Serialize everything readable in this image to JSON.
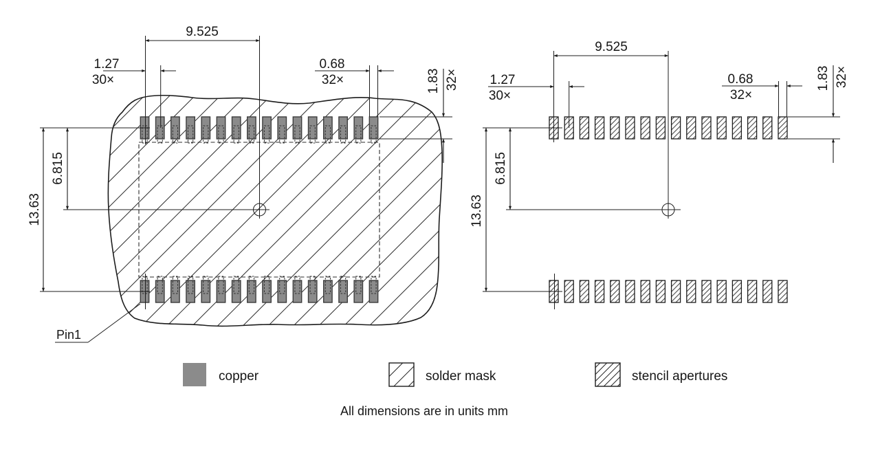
{
  "title_note": "All dimensions are in units mm",
  "pin1_label": "Pin1",
  "legend": {
    "copper": "copper",
    "solder_mask": "solder mask",
    "stencil_apertures": "stencil apertures"
  },
  "dimensions": {
    "center_to_pin1": "9.525",
    "pitch": "1.27",
    "pitch_count": "30×",
    "pad_width": "0.68",
    "pad_width_count": "32×",
    "pad_length": "1.83",
    "pad_length_count": "32×",
    "center_to_row": "6.815",
    "row_to_row": "13.63"
  },
  "counts": {
    "pads_per_row": 16,
    "rows_per_view": 2
  },
  "colors": {
    "copper_fill": "#8b8b8b",
    "copper_border": "#3d3d3d",
    "line": "#1c1c1c",
    "background": "#ffffff"
  },
  "units": "mm"
}
